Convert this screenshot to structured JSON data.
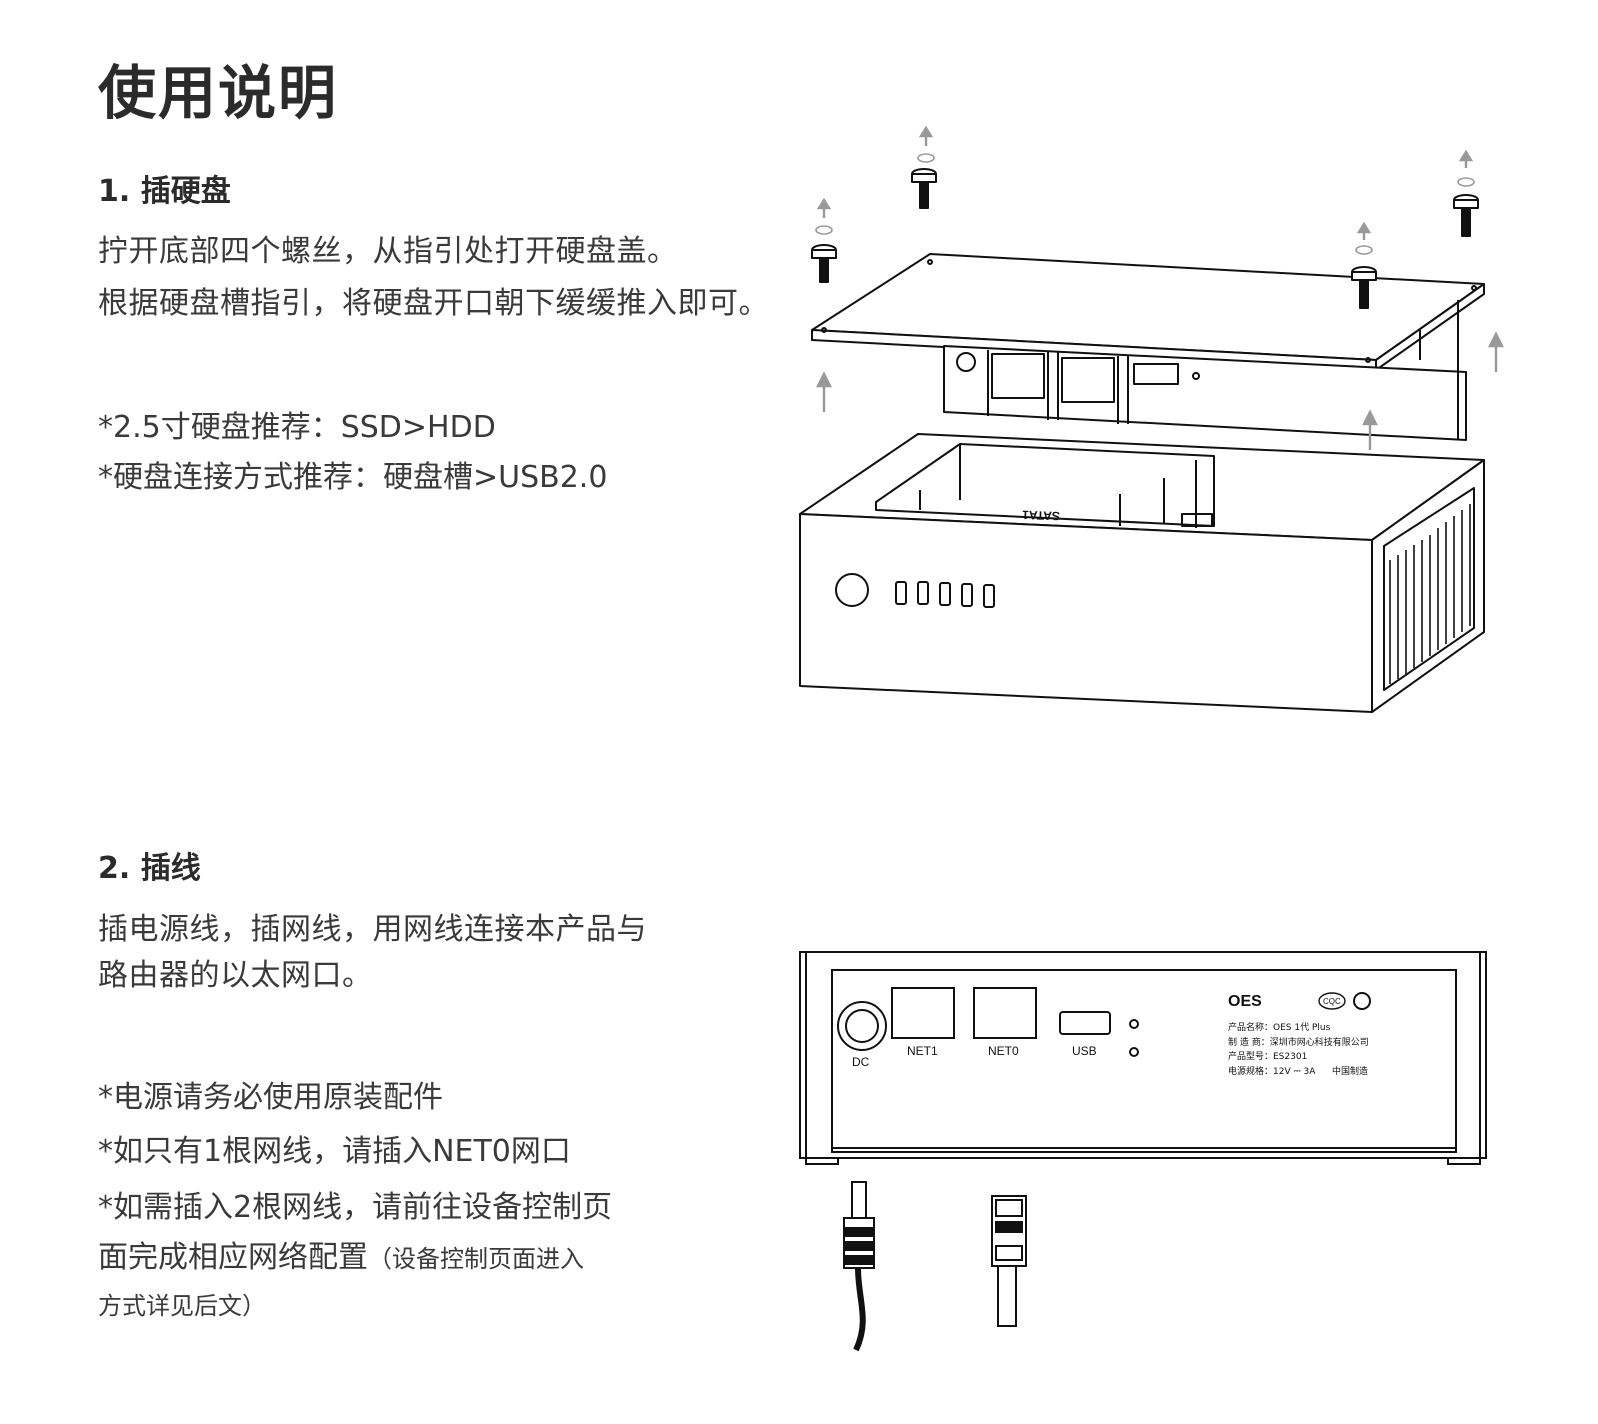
{
  "title": "使用说明",
  "section1": {
    "heading": "1. 插硬盘",
    "lines": [
      "拧开底部四个螺丝，从指引处打开硬盘盖。",
      "根据硬盘槽指引，将硬盘开口朝下缓缓推入即可。"
    ],
    "notes": [
      "*2.5寸硬盘推荐：SSD>HDD",
      "*硬盘连接方式推荐：硬盘槽>USB2.0"
    ],
    "slot_label": "SATA1"
  },
  "section2": {
    "heading": "2. 插线",
    "lines": [
      "插电源线，插网线，用网线连接本产品与",
      "路由器的以太网口。"
    ],
    "notes": [
      "*电源请务必使用原装配件",
      "*如只有1根网线，请插入NET0网口",
      "*如需插入2根网线，请前往设备控制页",
      "面完成相应网络配置"
    ],
    "note_small": [
      "（设备控制页面进入",
      "方式详见后文）"
    ]
  },
  "ports": {
    "dc": "DC",
    "net1": "NET1",
    "net0": "NET0",
    "usb": "USB"
  },
  "product_label": {
    "line1": "产品名称：OES 1代 Plus",
    "line2": "制 造 商：深圳市网心科技有限公司",
    "line3": "产品型号：ES2301",
    "line4": "电源规格：12V ⎓ 3A",
    "origin": "中国制造",
    "cert": "CQC",
    "logo": "OES"
  }
}
